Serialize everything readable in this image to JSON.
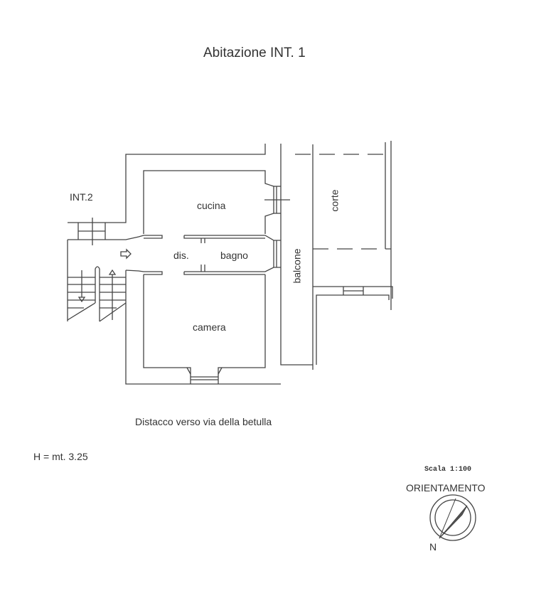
{
  "title": "Abitazione INT. 1",
  "labels": {
    "int2": "INT.2",
    "cucina": "cucina",
    "dis": "dis.",
    "bagno": "bagno",
    "camera": "camera",
    "balcone": "balcone",
    "corte": "corte"
  },
  "distacco": "Distacco verso via della betulla",
  "height_note": "H = mt. 3.25",
  "scale": "Scala 1:100",
  "orientation_label": "ORIENTAMENTO",
  "north": "N"
}
